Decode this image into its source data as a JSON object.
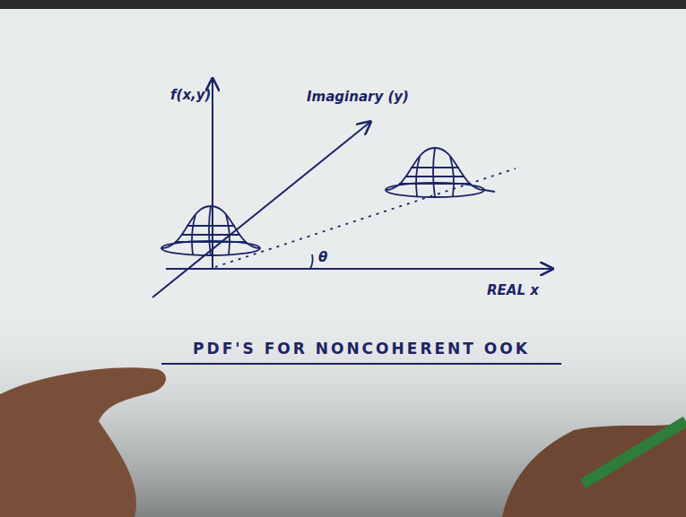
{
  "diagram": {
    "caption": "PDF'S FOR NONCOHERENT OOK",
    "labels": [
      "f(x,y)",
      "Imaginary (y)",
      "θ",
      "REAL x"
    ]
  }
}
